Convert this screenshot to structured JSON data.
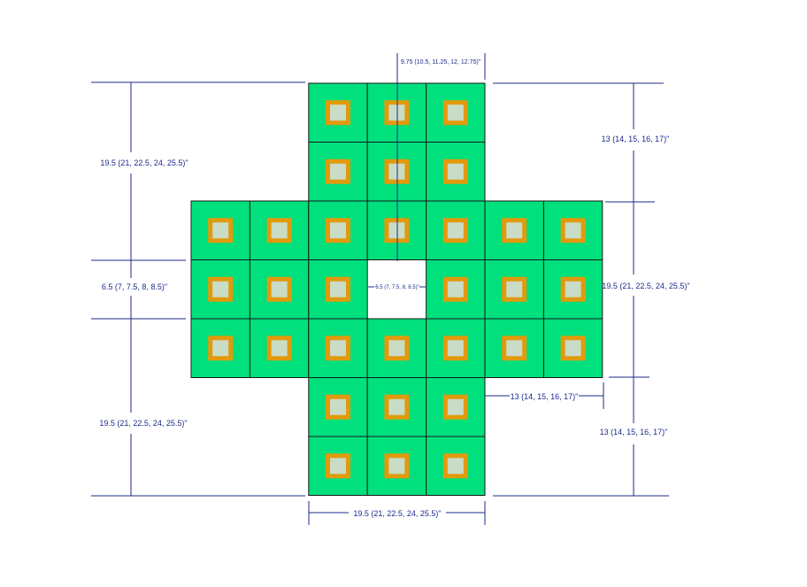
{
  "colors": {
    "block_fill": "#00e07c",
    "block_stroke": "#1a1a1a",
    "motif_outer": "#e19a0c",
    "motif_inner": "#c9dcc6",
    "dimension_line": "#1d2a8a",
    "background": "#ffffff"
  },
  "grid": {
    "rows": 7,
    "cols": 7,
    "layout": [
      "..XXX..",
      "..XXX..",
      "XXXXXXX",
      "XXX.XXX",
      "XXXXXXX",
      "..XXX..",
      "..XXX.."
    ]
  },
  "labels": {
    "top_block_width": "9.75 (10.5, 11.25, 12, 12.75)\"",
    "left_upper_height": "19.5 (21, 22.5, 24, 25.5)\"",
    "left_middle_height": "6.5 (7, 7.5, 8, 8.5)\"",
    "left_lower_height": "19.5 (21, 22.5, 24, 25.5)\"",
    "right_upper_height": "13 (14, 15, 16, 17)\"",
    "right_middle_height": "19.5 (21, 22.5, 24, 25.5)\"",
    "right_lower_height": "13 (14, 15, 16, 17)\"",
    "right_arm_width": "13 (14, 15, 16, 17)\"",
    "center_hole_width": "6.5 (7, 7.5, 8, 8.5)\"",
    "bottom_width": "19.5 (21, 22.5, 24, 25.5)\""
  }
}
